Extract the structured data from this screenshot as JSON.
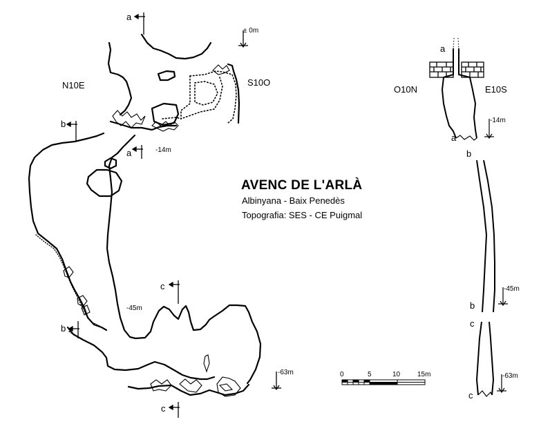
{
  "title": "AVENC DE L'ARLÀ",
  "location": "Albinyana - Baix Penedès",
  "credits": "Topografia: SES - CE Puigmal",
  "plan": {
    "orientation_left": "N10E",
    "orientation_right": "S10O",
    "depth_labels": [
      "± 0m",
      "-14m",
      "-45m",
      "-63m"
    ],
    "section_marks": [
      "a",
      "a",
      "b",
      "b",
      "c",
      "c"
    ]
  },
  "profile": {
    "orientation_left": "O10N",
    "orientation_right": "E10S",
    "depth_labels": [
      "-14m",
      "-45m",
      "-63m"
    ],
    "section_letters": [
      "a",
      "a",
      "b",
      "b",
      "c",
      "c"
    ]
  },
  "scale_bar": {
    "ticks": [
      "0",
      "5",
      "10",
      "15m"
    ]
  },
  "colors": {
    "ink": "#000000",
    "paper": "#ffffff"
  }
}
